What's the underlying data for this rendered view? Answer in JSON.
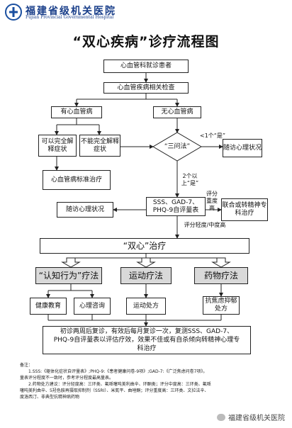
{
  "header": {
    "hospital_cn": "福建省级机关医院",
    "hospital_en": "Fujian Provincial Governmental Hospital"
  },
  "title": "“双心疾病”诊疗流程图",
  "nodes": {
    "n1": "心血管科就诊患者",
    "n2": "心血管疾病相关检查",
    "has_cvd": "有心血管病",
    "no_cvd": "无心血管病",
    "can_explain": "可以完全解释症状",
    "cannot_explain": "不能完全解释症状",
    "std_treatment": "心血管病标准治疗",
    "three_q": "“三问法”",
    "follow_up_top": "随访心理状况",
    "scales": "SSS、GAD-7、PHQ-9自评量表",
    "follow_up_mid": "随访心理状况",
    "referral": "联合或转精神专科治疗",
    "double_heart": "“双心”治疗",
    "cbt": "“认知行为”疗法",
    "exercise": "运动疗法",
    "drug": "药物疗法",
    "health_edu": "健康教育",
    "counseling": "心理咨询",
    "exercise_rx": "运动处方",
    "anti_anx": "抗焦虑抑郁处方",
    "review": "初诊两周后复诊，有效后每月复诊一次，复测SSS、GAD-7、PHQ-9自评量表以评估疗效，效果不佳或有自杀倾向转精神心理专科治疗"
  },
  "edge_labels": {
    "lt1": "<1个“是”",
    "ge2": "2个以上“是”",
    "severe": "评分重度高",
    "mild": "评分轻度/中度高"
  },
  "notes": [
    "备注：",
    "1.SSS:《躯体化症状自评量表》;PHQ-9:《患者健康问卷-9项》;GAD-7:《广泛焦虑问卷7项》。",
    "量表评分程度不一致时，参考评分程度最高量表。",
    "2.药物处方建议：评分轻度高：三环类、氟哌噻吨美利曲辛、环酮类；评分中度高：三环类、氟哌",
    "噻吨美利曲辛、5羟色胺再摄取抑制剂（SSRI）、米氮平、曲唑酮；评分重度高：三环类、文拉法辛、",
    "度洛西汀、非典型抗精神病药物"
  ],
  "watermark": "福建省级机关医院",
  "colors": {
    "gray_box": "#d9d9d9",
    "line": "#222222"
  }
}
